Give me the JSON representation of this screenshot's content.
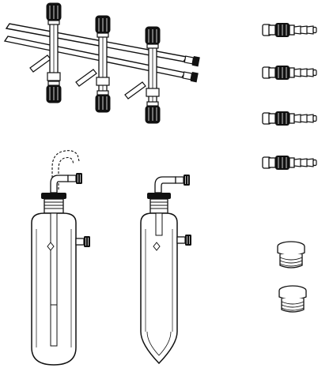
{
  "figure": {
    "background": "#ffffff",
    "ink": "#1a1a1a",
    "cap_fill": "#111111",
    "labels": []
  },
  "manifold": {
    "valve_count": 3
  },
  "hose_connectors": {
    "count": 4
  },
  "cold_traps": {
    "items": [
      "cold-trap-with-dip-tube",
      "cold-trap-with-pointed-bottom"
    ]
  },
  "screw_plugs": {
    "count": 2
  }
}
